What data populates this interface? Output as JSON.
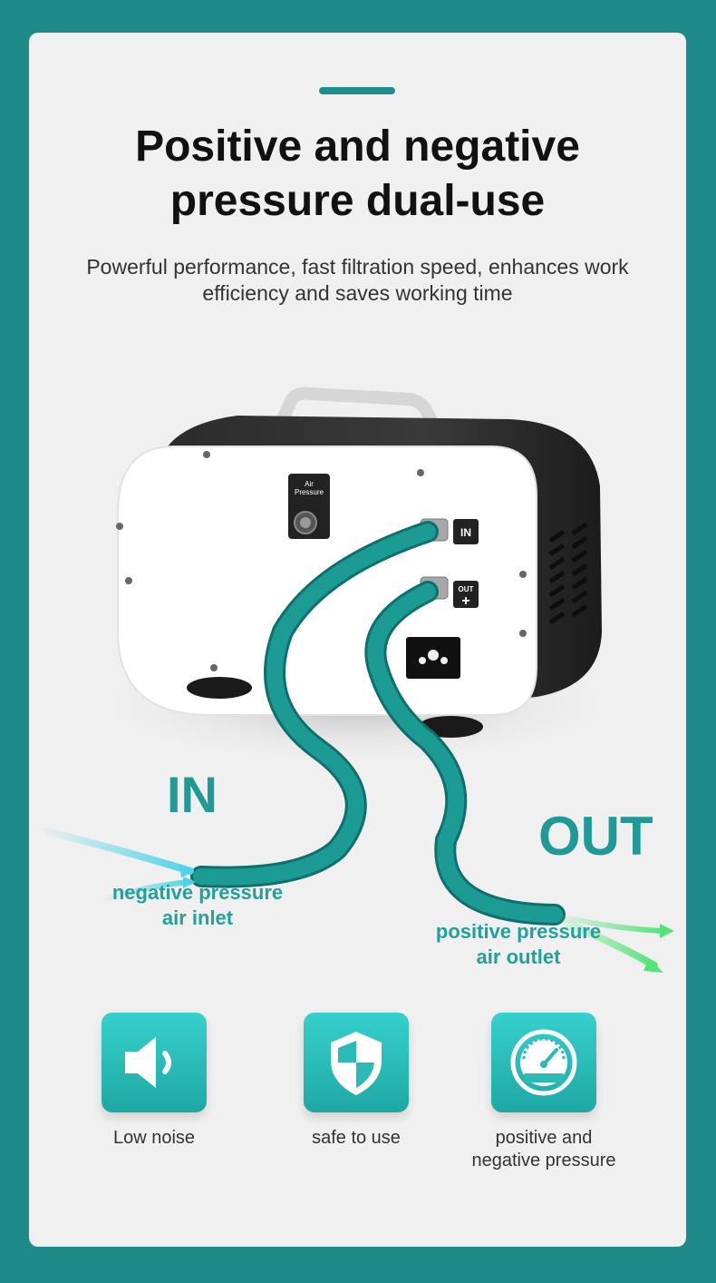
{
  "header": {
    "title_line1": "Positive and negative",
    "title_line2": "pressure dual-use",
    "subtitle_line1": "Powerful performance, fast filtration speed, enhances work",
    "subtitle_line2": "efficiency and saves working time"
  },
  "device": {
    "gauge_label_line1": "Air",
    "gauge_label_line2": "Pressure",
    "port_in_label": "IN",
    "port_out_label": "OUT"
  },
  "flow": {
    "in_label": "IN",
    "in_caption_line1": "negative pressure",
    "in_caption_line2": "air inlet",
    "out_label": "OUT",
    "out_caption_line1": "positive pressure",
    "out_caption_line2": "air outlet"
  },
  "features": [
    {
      "icon": "speaker-icon",
      "label_line1": "Low noise",
      "label_line2": ""
    },
    {
      "icon": "shield-icon",
      "label_line1": "safe to use",
      "label_line2": ""
    },
    {
      "icon": "gauge-icon",
      "label_line1": "positive and",
      "label_line2": "negative pressure"
    }
  ],
  "colors": {
    "background": "#1e8b88",
    "card": "#f0f0f0",
    "accent": "#1f9a96",
    "hose": "#1c9a94",
    "arrow_in": "#4fd3e8",
    "arrow_out": "#56e27a"
  }
}
